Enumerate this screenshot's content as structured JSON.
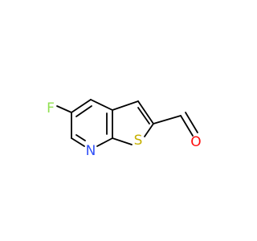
{
  "molecule": {
    "atoms": {
      "fluorine": "F",
      "nitrogen": "N",
      "sulfur": "S",
      "oxygen": "O"
    },
    "colors": {
      "bond": "#000000",
      "fluorine": "#90e050",
      "nitrogen": "#3050f8",
      "sulfur": "#c6b000",
      "oxygen": "#ff0d0d",
      "background": "#ffffff"
    }
  }
}
